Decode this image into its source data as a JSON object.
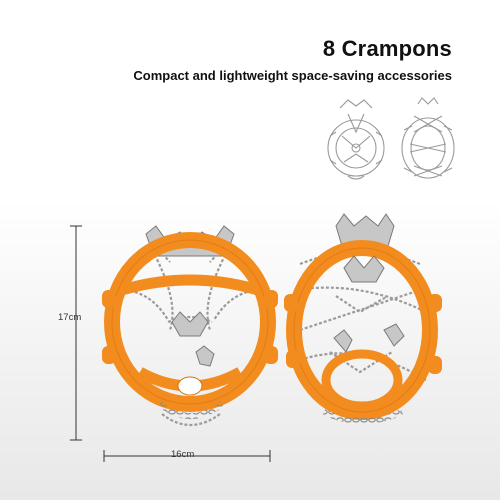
{
  "header": {
    "title": "8 Crampons",
    "subtitle": "Compact and lightweight space-saving accessories"
  },
  "dimensions": {
    "height_label": "17cm",
    "width_label": "16cm"
  },
  "colors": {
    "rubber": "#f28c1f",
    "rubber_dark": "#d9710d",
    "metal": "#b8b8b8",
    "metal_dark": "#7a7a7a",
    "sketch_line": "#9a9a9a"
  }
}
